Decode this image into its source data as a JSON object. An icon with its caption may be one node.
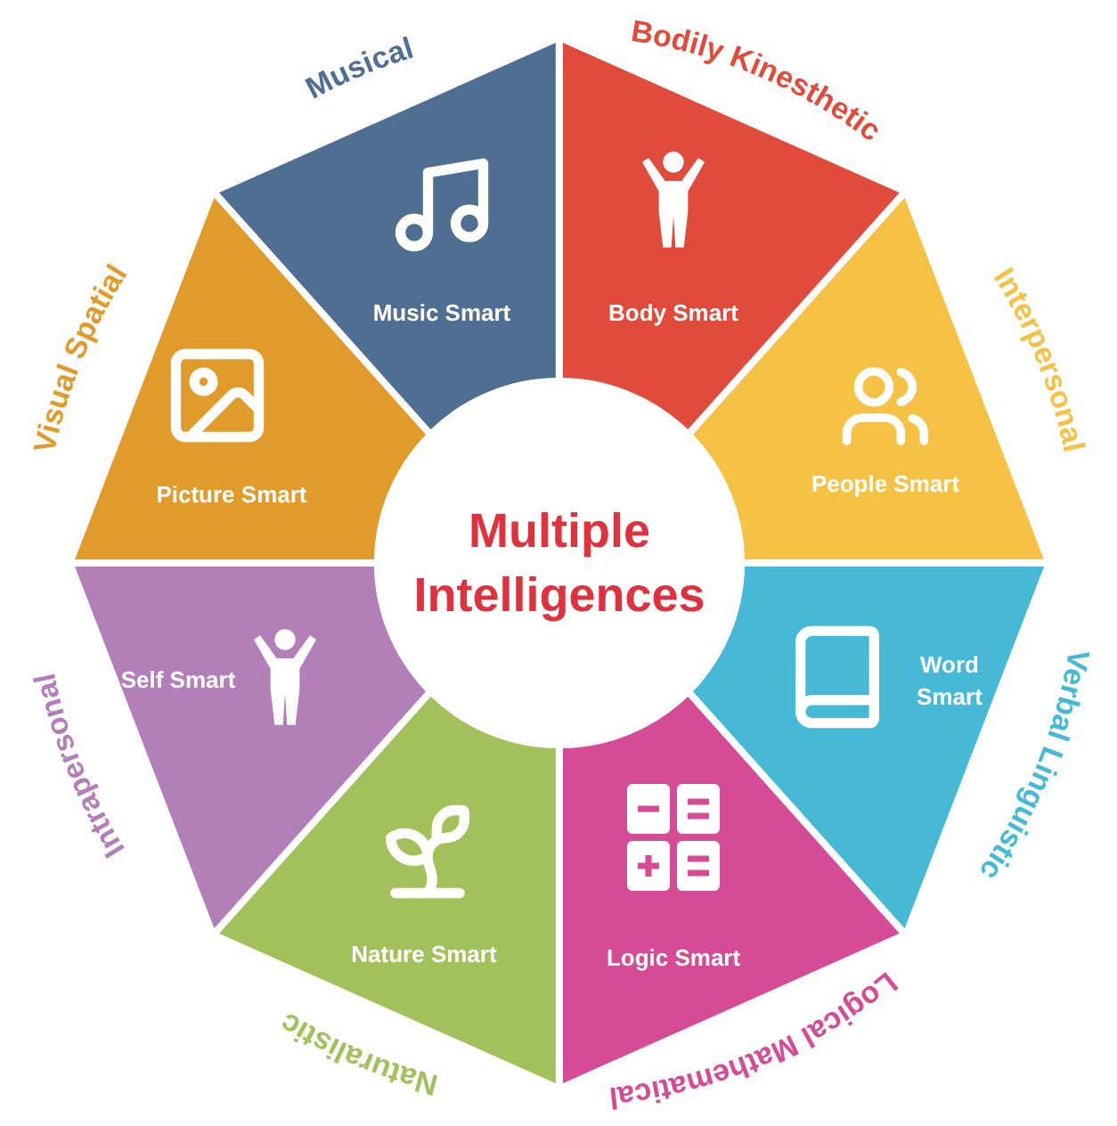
{
  "diagram": {
    "nodes": [
      {
        "text": [
          "Multiple Intelligences"
        ]
      },
      {
        "text": [
          "Body Smart"
        ],
        "beside": [
          "Bodily Kinesthetic"
        ]
      },
      {
        "text": [
          "People Smart"
        ],
        "beside": [
          "Interpersonal"
        ]
      },
      {
        "text": [
          "Word Smart"
        ],
        "beside": [
          "Verbal Linguistic"
        ]
      },
      {
        "text": [
          "Logic Smart"
        ],
        "beside": [
          "Logical Mathematical"
        ]
      },
      {
        "text": [
          "Nature Smart"
        ],
        "beside": [
          "Naturalistic"
        ]
      },
      {
        "text": [
          "Self Smart"
        ],
        "beside": [
          "Intrapersonal"
        ]
      },
      {
        "text": [
          "Picture Smart"
        ],
        "beside": [
          "Visual Spatial"
        ]
      },
      {
        "text": [
          "Music Smart"
        ],
        "beside": [
          "Musical"
        ]
      }
    ]
  }
}
